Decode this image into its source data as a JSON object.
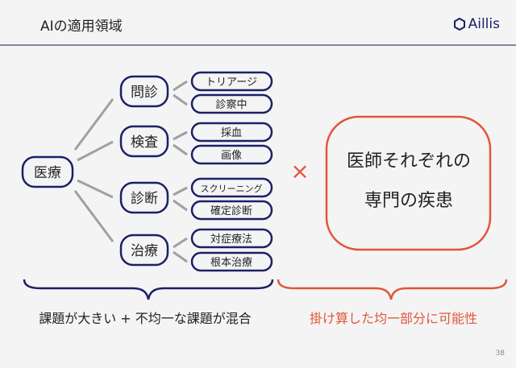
{
  "header": {
    "title": "AIの適用領域",
    "logo": "Aillis"
  },
  "diagram": {
    "root": "医療",
    "branches": [
      {
        "label": "問診",
        "leaves": [
          "トリアージ",
          "診察中"
        ]
      },
      {
        "label": "検査",
        "leaves": [
          "採血",
          "画像"
        ]
      },
      {
        "label": "診断",
        "leaves": [
          "スクリーニング",
          "確定診断"
        ]
      },
      {
        "label": "治療",
        "leaves": [
          "対症療法",
          "根本治療"
        ]
      }
    ],
    "times": "×",
    "target_line1": "医師それぞれの",
    "target_line2": "専門の疾患"
  },
  "captions": {
    "left": "課題が大きい + 不均一な課題が混合",
    "right": "掛け算した均一部分に可能性"
  },
  "page_number": "38",
  "colors": {
    "navy": "#1c2067",
    "red": "#e0563a",
    "line": "#a0a0a0"
  }
}
